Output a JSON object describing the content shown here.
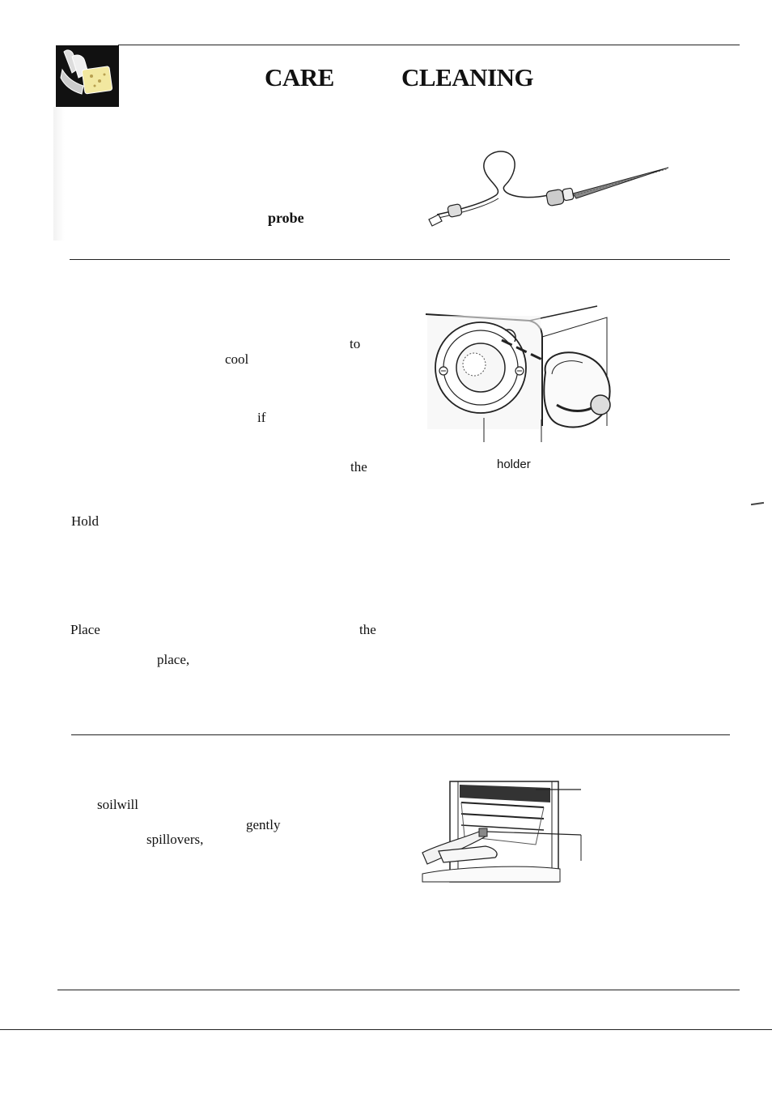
{
  "header": {
    "title_left": "CARE",
    "title_right": "CLEANING",
    "icon": "hand-sponge-icon"
  },
  "probe_section": {
    "word_probe": "probe"
  },
  "light_section": {
    "word_to": "to",
    "word_cool": "cool",
    "word_if": "if",
    "word_the": "the",
    "word_hold": "Hold",
    "word_place": "Place",
    "word_the2": "the",
    "word_place2": "place,",
    "label_holder": "holder"
  },
  "door_section": {
    "word_soilwill": "soilwill",
    "word_gently": "gently",
    "word_spillovers": "spillovers,"
  }
}
